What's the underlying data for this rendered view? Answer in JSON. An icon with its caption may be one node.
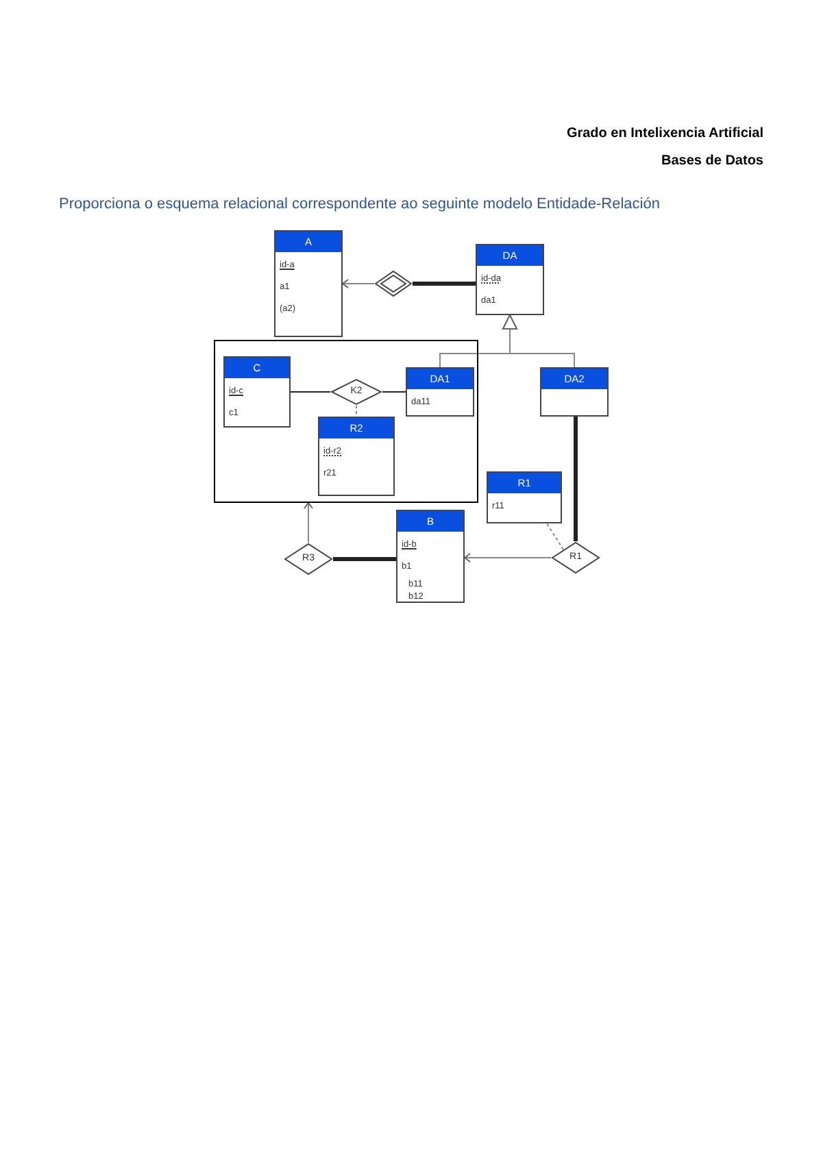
{
  "diagram": {
    "title": "Proporciona o esquema relacional correspondente ao seguinte modelo Entidade-Relación",
    "nodes": [
      {
        "text": [
          "A",
          "id-a",
          "a1",
          "(a2)"
        ]
      },
      {
        "text": [],
        "shape": "diamond"
      },
      {
        "text": [
          "DA",
          "id-da",
          "da1"
        ]
      },
      {
        "text": [],
        "shape": "box"
      },
      {
        "text": [
          "C",
          "id-c",
          "c1"
        ],
        "in": 3
      },
      {
        "text": [
          "K2"
        ],
        "in": 3
      },
      {
        "text": [
          "DA1",
          "da11"
        ],
        "in": 3
      },
      {
        "text": [
          "R2",
          "id-r2",
          "r21"
        ],
        "in": 3
      },
      {
        "text": [
          "DA2"
        ]
      },
      {
        "text": [
          "R1",
          "r11"
        ]
      },
      {
        "text": [
          "R3"
        ]
      },
      {
        "text": [
          "B",
          "id-b",
          "b1",
          "b11",
          "b12"
        ]
      },
      {
        "text": [
          "R1"
        ]
      }
    ],
    "edges": [
      {
        "from": 1,
        "to": 0,
        "arrow": "to"
      },
      {
        "from": 1,
        "to": 2,
        "arrow": "none",
        "style": "thick",
        "color": "#222222"
      },
      {
        "from": 6,
        "to": 2,
        "arrow": "to"
      },
      {
        "from": 8,
        "to": 2,
        "arrow": "to"
      },
      {
        "from": 4,
        "to": 5,
        "arrow": "none",
        "color": "#222222"
      },
      {
        "from": 5,
        "to": 6,
        "arrow": "none",
        "color": "#222222"
      },
      {
        "from": 5,
        "to": 7,
        "arrow": "none",
        "style": "dashed"
      },
      {
        "from": 10,
        "to": 3,
        "arrow": "to"
      },
      {
        "from": 10,
        "to": 11,
        "arrow": "none",
        "style": "thick",
        "color": "#222222"
      },
      {
        "from": 12,
        "to": 11,
        "arrow": "to"
      },
      {
        "from": 12,
        "to": 8,
        "arrow": "none",
        "style": "thick",
        "color": "#222222"
      },
      {
        "from": 12,
        "to": 9,
        "arrow": "none",
        "style": "dashed"
      }
    ],
    "labels": [
      "Grado en Intelixencia Artificial",
      "Bases de Datos"
    ]
  }
}
